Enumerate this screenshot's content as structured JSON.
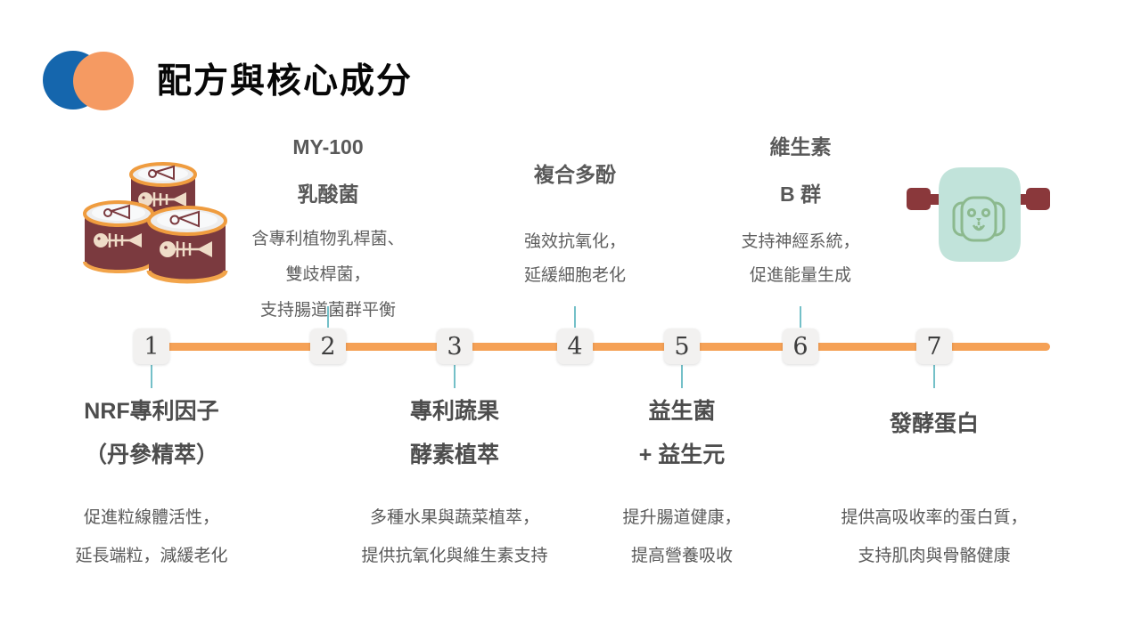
{
  "header": {
    "title": "配方與核心成分"
  },
  "colors": {
    "accent_orange": "#f5a156",
    "accent_blue": "#1566ad",
    "connector_teal": "#74c0c8",
    "node_bg": "#f2f1f0",
    "node_number": "#3d3d3d",
    "text_gray": "#595959"
  },
  "icons": {
    "left": "cat-food-cans-icon",
    "right": "pet-food-pouch-icon"
  },
  "timeline": {
    "items": [
      {
        "number": "1",
        "side": "bottom",
        "title_lines": [
          "NRF專利因子",
          "（丹參精萃）"
        ],
        "desc_lines": [
          "促進粒線體活性，",
          "延長端粒，減緩老化"
        ]
      },
      {
        "number": "2",
        "side": "top",
        "title_lines": [
          "MY-100",
          "乳酸菌"
        ],
        "desc_lines": [
          "含專利植物乳桿菌、",
          "雙歧桿菌，",
          "支持腸道菌群平衡"
        ]
      },
      {
        "number": "3",
        "side": "bottom",
        "title_lines": [
          "專利蔬果",
          "酵素植萃"
        ],
        "desc_lines": [
          "多種水果與蔬菜植萃，",
          "提供抗氧化與維生素支持"
        ]
      },
      {
        "number": "4",
        "side": "top",
        "title_lines": [
          "複合多酚"
        ],
        "desc_lines": [
          "強效抗氧化，",
          "延緩細胞老化"
        ]
      },
      {
        "number": "5",
        "side": "bottom",
        "title_lines": [
          "益生菌",
          "+ 益生元"
        ],
        "desc_lines": [
          "提升腸道健康，",
          "提高營養吸收"
        ]
      },
      {
        "number": "6",
        "side": "top",
        "title_lines": [
          "維生素",
          "B 群"
        ],
        "desc_lines": [
          "支持神經系統，",
          "促進能量生成"
        ]
      },
      {
        "number": "7",
        "side": "bottom",
        "title_lines": [
          "發酵蛋白"
        ],
        "desc_lines": [
          "提供高吸收率的蛋白質，",
          "支持肌肉與骨骼健康"
        ]
      }
    ]
  }
}
